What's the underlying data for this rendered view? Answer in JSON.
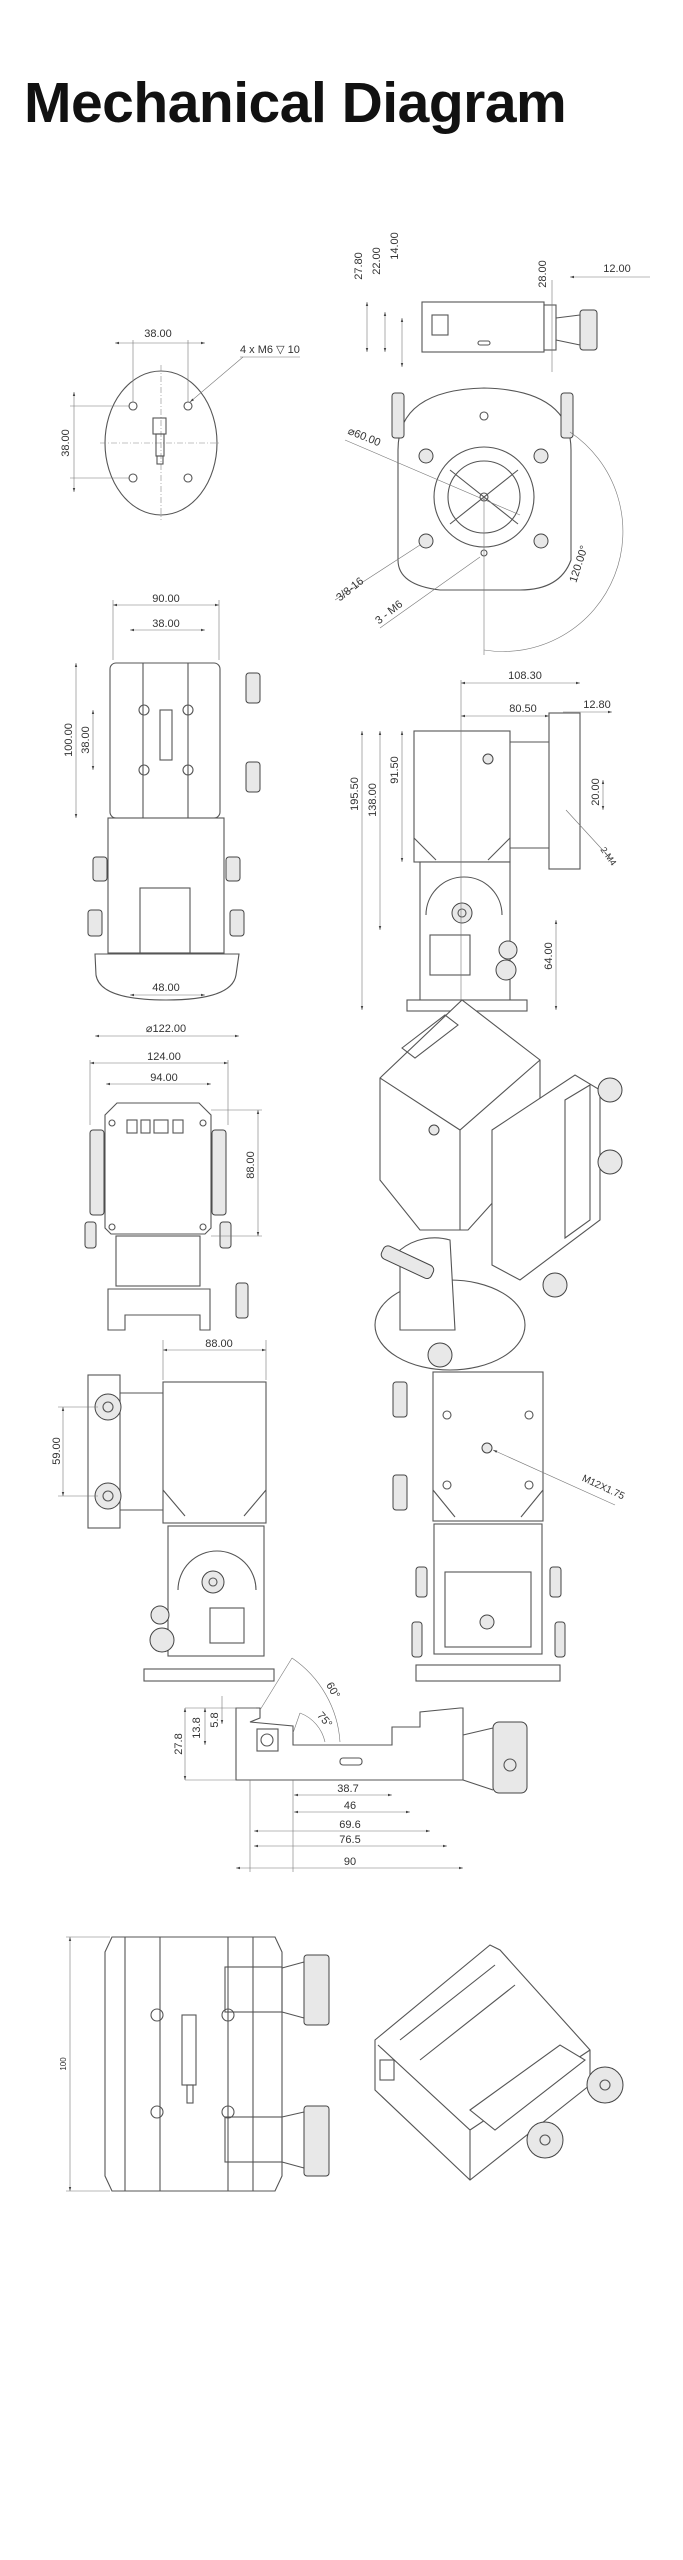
{
  "page": {
    "title": "Mechanical Diagram"
  },
  "views": {
    "base_plate": {
      "width": "38.00",
      "height": "38.00",
      "holes": "4 x M6 ▽ 10"
    },
    "bottom_view": {
      "d1": "27.80",
      "d2": "22.00",
      "d3": "14.00",
      "d4": "28.00",
      "d5": "12.00",
      "diameter": "⌀60.00",
      "thread1": "3/8-16",
      "thread2": "3 - M6",
      "angle": "120.00°"
    },
    "front_view": {
      "width": "90.00",
      "hole_spacing": "38.00",
      "height": "100.00",
      "vert_spacing": "38.00",
      "base_inner": "48.00",
      "base_diameter": "⌀122.00"
    },
    "side_view": {
      "d1": "108.30",
      "d2": "80.50",
      "d3": "12.80",
      "h1": "195.50",
      "h2": "138.00",
      "h3": "91.50",
      "h4": "20.00",
      "thread": "2-M4",
      "h5": "64.00"
    },
    "rear_view": {
      "width1": "124.00",
      "width2": "94.00",
      "height": "88.00"
    },
    "left_view": {
      "width": "88.00",
      "spacing": "59.00"
    },
    "right_view": {
      "thread": "M12X1.75"
    },
    "clamp_view": {
      "angle1": "60°",
      "angle2": "75°",
      "h1": "27.8",
      "h2": "13.8",
      "h3": "5.8",
      "w1": "38.7",
      "w2": "46",
      "w3": "69.6",
      "w4": "76.5",
      "w5": "90"
    },
    "clamp_top_view": {
      "height": "100"
    }
  }
}
